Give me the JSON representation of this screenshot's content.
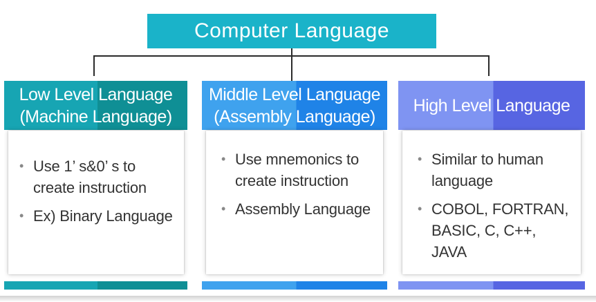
{
  "title": "Computer Language",
  "colors": {
    "title_bg": "#1ab3c9",
    "low_light": "#17a5b3",
    "low_dark": "#0f8f95",
    "middle_light": "#3fa2ee",
    "middle_dark": "#1f83e7",
    "high_light": "#7f94f2",
    "high_dark": "#5765e2"
  },
  "columns": [
    {
      "id": "low",
      "header_line1": "Low Level Language",
      "header_line2": "(Machine Language)",
      "bullets": [
        "Use 1’ s&0’ s to create instruction",
        "Ex) Binary Language"
      ]
    },
    {
      "id": "middle",
      "header_line1": "Middle Level Language",
      "header_line2": "(Assembly Language)",
      "bullets": [
        "Use mnemonics to create instruction",
        "Assembly Language"
      ]
    },
    {
      "id": "high",
      "header_line1": "High Level Language",
      "header_line2": "",
      "bullets": [
        "Similar to human language",
        "COBOL, FORTRAN, BASIC, C, C++, JAVA"
      ]
    }
  ]
}
